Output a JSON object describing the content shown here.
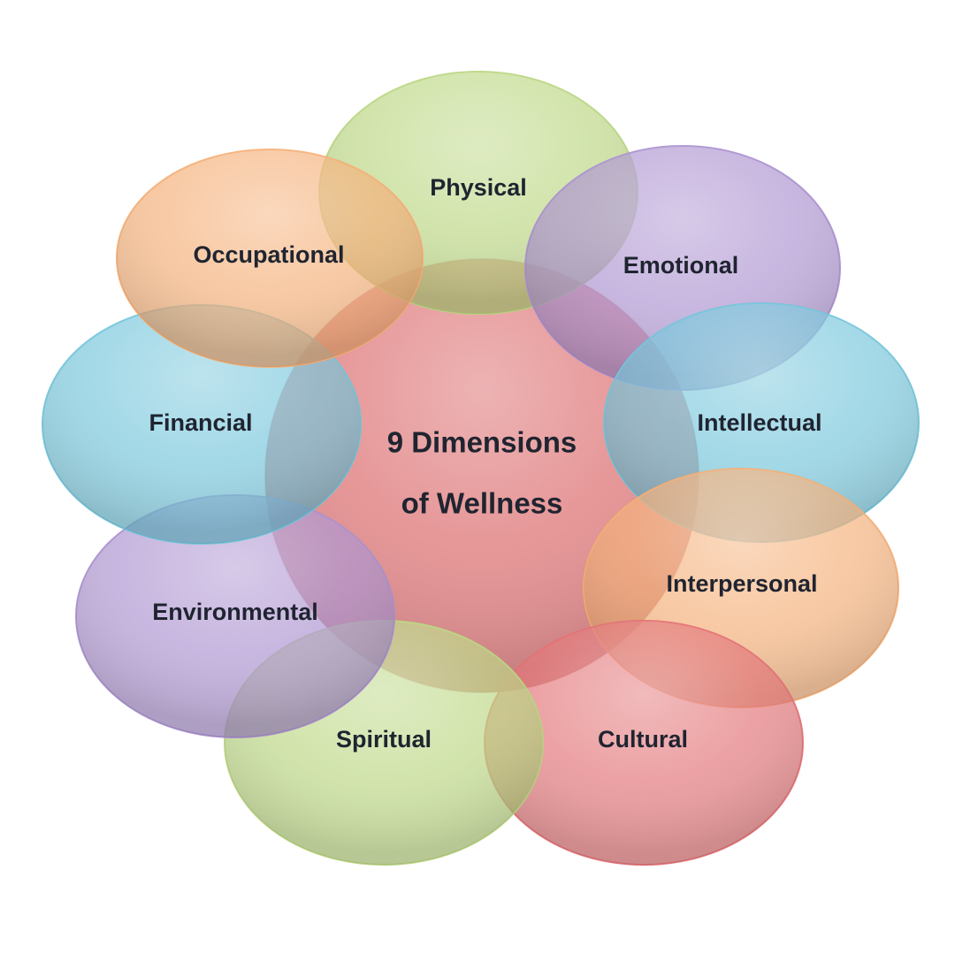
{
  "center": {
    "title_line1": "9 Dimensions",
    "title_line2": "of Wellness",
    "color": "#e07f80"
  },
  "dimensions": [
    {
      "label": "Physical",
      "color": "#b9d57f"
    },
    {
      "label": "Emotional",
      "color": "#a98fce"
    },
    {
      "label": "Intellectual",
      "color": "#71c4da"
    },
    {
      "label": "Interpersonal",
      "color": "#f4ad73"
    },
    {
      "label": "Cultural",
      "color": "#e26f72"
    },
    {
      "label": "Spiritual",
      "color": "#b9d57f"
    },
    {
      "label": "Environmental",
      "color": "#a98fce"
    },
    {
      "label": "Financial",
      "color": "#71c4da"
    },
    {
      "label": "Occupational",
      "color": "#f4ad73"
    }
  ]
}
